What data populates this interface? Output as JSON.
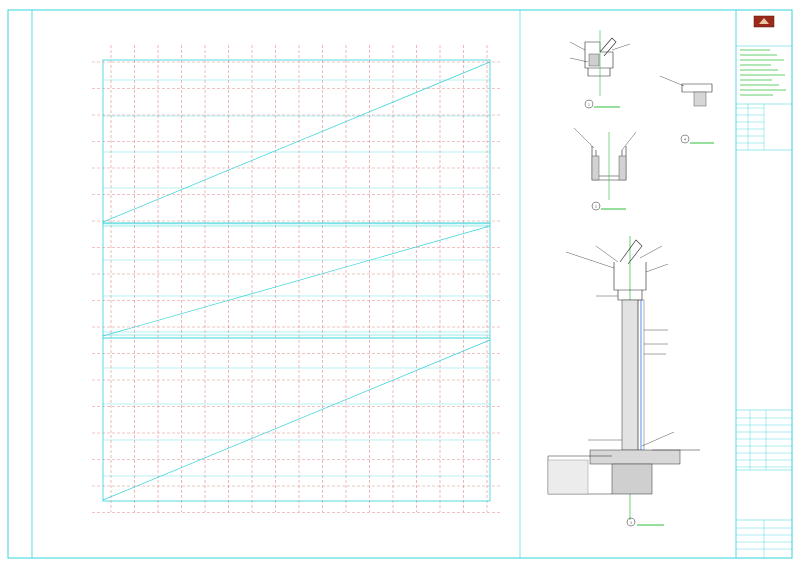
{
  "sheet": {
    "side_label": "",
    "bottom_label": "",
    "colors": {
      "border": "#35d3d8",
      "grid_red": "#e08a8a",
      "logo": "#9b2a1c",
      "title_blue": "#1d3fa8"
    }
  },
  "plan": {
    "panels": [
      {
        "annotation_line1": "",
        "annotation_line2": ""
      },
      {
        "annotation_line1": "",
        "annotation_line2": ""
      },
      {
        "annotation_line1": "",
        "annotation_line2": ""
      }
    ]
  },
  "details": {
    "numbers": [
      "1",
      "2",
      "3",
      "4"
    ],
    "callouts": [
      "",
      "",
      "",
      "",
      "",
      "",
      "",
      "",
      "",
      "",
      "",
      ""
    ],
    "dimension": "",
    "elevation": ""
  },
  "title_block": {
    "logo_icon": "company-logo-icon",
    "company_name": "",
    "drawing_title": "",
    "drawing_number": ""
  }
}
